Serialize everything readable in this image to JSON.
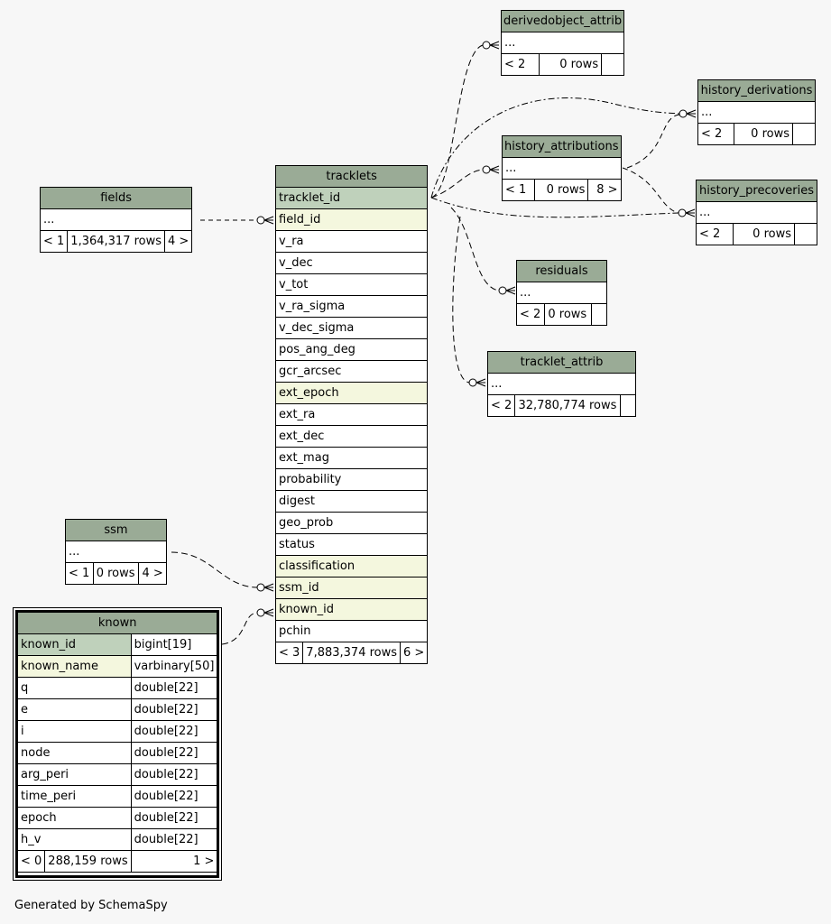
{
  "tables": {
    "derivedobject_attrib": {
      "name": "derivedobject_attrib",
      "cols": [
        "..."
      ],
      "parents": "< 2",
      "rows": "0 rows",
      "children": ""
    },
    "history_derivations": {
      "name": "history_derivations",
      "cols": [
        "..."
      ],
      "parents": "< 2",
      "rows": "0 rows",
      "children": ""
    },
    "history_attributions": {
      "name": "history_attributions",
      "cols": [
        "..."
      ],
      "parents": "< 1",
      "rows": "0 rows",
      "children": "8 >"
    },
    "history_precoveries": {
      "name": "history_precoveries",
      "cols": [
        "..."
      ],
      "parents": "< 2",
      "rows": "0 rows",
      "children": ""
    },
    "fields": {
      "name": "fields",
      "cols": [
        "..."
      ],
      "parents": "< 1",
      "rows": "1,364,317 rows",
      "children": "4 >"
    },
    "residuals": {
      "name": "residuals",
      "cols": [
        "..."
      ],
      "parents": "< 2",
      "rows": "0 rows",
      "children": ""
    },
    "tracklet_attrib": {
      "name": "tracklet_attrib",
      "cols": [
        "..."
      ],
      "parents": "< 2",
      "rows": "32,780,774 rows",
      "children": ""
    },
    "ssm": {
      "name": "ssm",
      "cols": [
        "..."
      ],
      "parents": "< 1",
      "rows": "0 rows",
      "children": "4 >"
    },
    "tracklets": {
      "name": "tracklets",
      "cols": [
        "tracklet_id",
        "field_id",
        "v_ra",
        "v_dec",
        "v_tot",
        "v_ra_sigma",
        "v_dec_sigma",
        "pos_ang_deg",
        "gcr_arcsec",
        "ext_epoch",
        "ext_ra",
        "ext_dec",
        "ext_mag",
        "probability",
        "digest",
        "geo_prob",
        "status",
        "classification",
        "ssm_id",
        "known_id",
        "pchin"
      ],
      "parents": "< 3",
      "rows": "7,883,374 rows",
      "children": "6 >"
    },
    "known": {
      "name": "known",
      "cols": [
        {
          "name": "known_id",
          "type": "bigint[19]"
        },
        {
          "name": "known_name",
          "type": "varbinary[50]"
        },
        {
          "name": "q",
          "type": "double[22]"
        },
        {
          "name": "e",
          "type": "double[22]"
        },
        {
          "name": "i",
          "type": "double[22]"
        },
        {
          "name": "node",
          "type": "double[22]"
        },
        {
          "name": "arg_peri",
          "type": "double[22]"
        },
        {
          "name": "time_peri",
          "type": "double[22]"
        },
        {
          "name": "epoch",
          "type": "double[22]"
        },
        {
          "name": "h_v",
          "type": "double[22]"
        }
      ],
      "parents": "< 0",
      "rows": "288,159 rows",
      "children": "1 >"
    }
  },
  "footer": "Generated by SchemaSpy",
  "colors": {
    "header": "#9aab96",
    "primary_key": "#bfd1bb",
    "indexed": "#f4f7de",
    "background": "#f7f7f7"
  }
}
